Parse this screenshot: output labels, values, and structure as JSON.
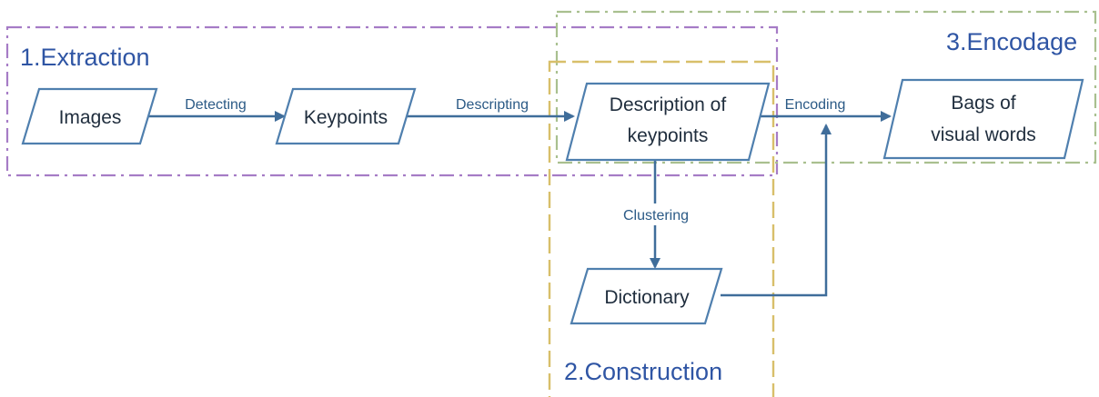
{
  "colors": {
    "node_stroke": "#4f7fae",
    "edge": "#3f6d9a",
    "group_extraction": "#a67cc6",
    "group_construction": "#d8bf6a",
    "group_encodage": "#a9c08f",
    "group_label": "#2f55a4"
  },
  "groups": {
    "extraction": "1.Extraction",
    "construction": "2.Construction",
    "encodage": "3.Encodage"
  },
  "nodes": {
    "images": "Images",
    "keypoints": "Keypoints",
    "description_line1": "Description of",
    "description_line2": "keypoints",
    "dictionary": "Dictionary",
    "bags_line1": "Bags of",
    "bags_line2": "visual words"
  },
  "edges": {
    "detecting": "Detecting",
    "descripting": "Descripting",
    "encoding": "Encoding",
    "clustering": "Clustering"
  }
}
